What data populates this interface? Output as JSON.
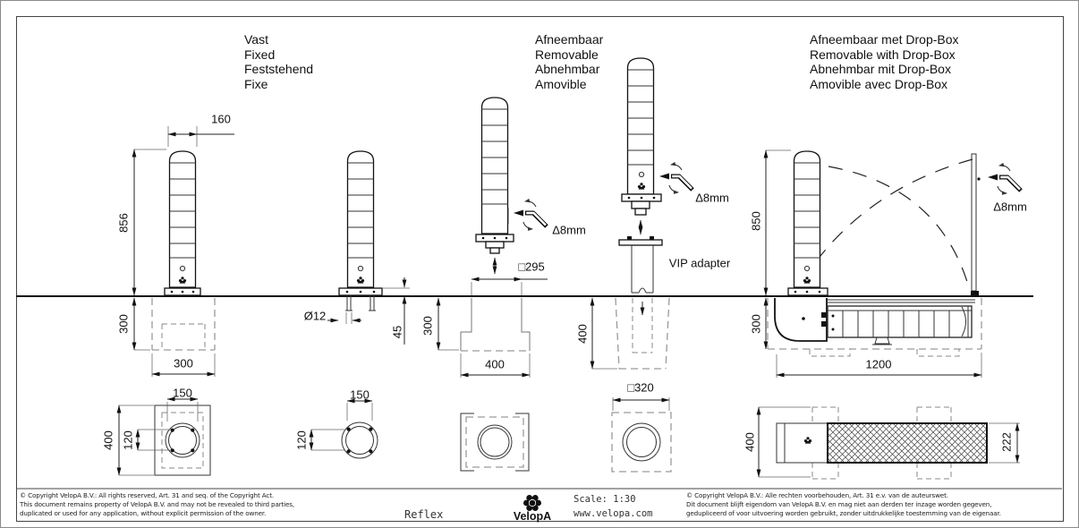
{
  "headers": {
    "col1": {
      "lines": [
        "Vast",
        "Fixed",
        "Feststehend",
        "Fixe"
      ]
    },
    "col2": {
      "lines": [
        "Afneembaar",
        "Removable",
        "Abnehmbar",
        "Amovible"
      ]
    },
    "col3": {
      "lines": [
        "Afneembaar met Drop-Box",
        "Removable with Drop-Box",
        "Abnehmbar mit Drop-Box",
        "Amovible avec Drop-Box"
      ]
    }
  },
  "figures": {
    "fixed": {
      "dim_width": "160",
      "dim_height": "856",
      "dim_depth": "300",
      "dim_foundation_width": "300",
      "top_bolt": "150",
      "top_inner": "120",
      "top_foundation": "400"
    },
    "surface": {
      "dim_bolt": "Ø12",
      "dim_plate": "45",
      "top_bolt": "150",
      "top_inner": "120"
    },
    "removable": {
      "dim_sleeve": "□295",
      "dim_depth": "300",
      "dim_foundation": "400",
      "allen": "Δ8mm"
    },
    "vip": {
      "label": "VIP adapter",
      "allen": "Δ8mm",
      "dim_depth": "400",
      "dim_foundation": "□320"
    },
    "dropbox": {
      "dim_height": "850",
      "dim_depth": "300",
      "dim_length": "1200",
      "allen": "Δ8mm",
      "top_width": "400",
      "top_box": "222"
    }
  },
  "titleblock": {
    "copyright_en": {
      "line1": "© Copyright VelopA B.V.: All rights reserved, Art. 31 and seq. of the Copyright Act.",
      "line2": "This document remains property of VelopA B.V. and may not be revealed to third parties,",
      "line3": "duplicated or used for any application, without explicit permission of the owner."
    },
    "product_name": "Reflex",
    "brand": "VelopA",
    "scale_label": "Scale: 1:30",
    "website": "www.velopa.com",
    "copyright_nl": {
      "line1": "© Copyright VelopA B.V.: Alle rechten voorbehouden, Art. 31 e.v. van de auteurswet.",
      "line2": "Dit document blijft eigendom van VelopA B.V. en mag niet aan derden ter inzage worden gegeven,",
      "line3": "gedupliceerd of voor uitvoering worden gebruikt, zonder uitdrukkelijke toestemming van de eigenaar."
    }
  },
  "colors": {
    "line": "#111111",
    "foundation_dash": "#9a9a9a",
    "background": "#ffffff"
  }
}
